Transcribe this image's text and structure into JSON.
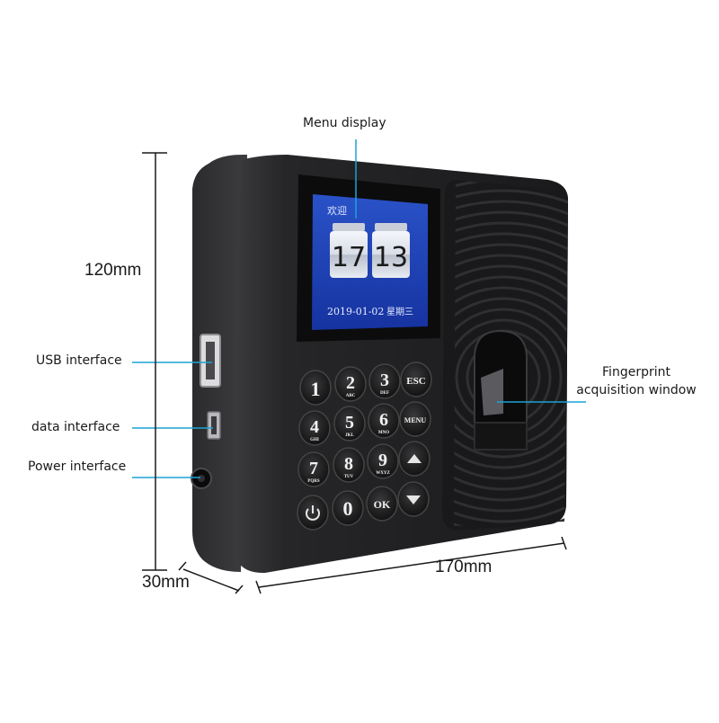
{
  "callouts": {
    "menu_display": "Menu display",
    "usb_interface": "USB interface",
    "data_interface": "data interface",
    "power_interface": "Power interface",
    "fingerprint_line1": "Fingerprint",
    "fingerprint_line2": "acquisition window"
  },
  "dimensions": {
    "height": "120mm",
    "depth": "30mm",
    "width": "170mm"
  },
  "screen": {
    "greeting": "欢迎",
    "hour": "17",
    "minute": "13",
    "date": "2019-01-02",
    "weekday": "星期三"
  },
  "keypad": {
    "k1": "1",
    "k2": "2",
    "k2_sub": "ABC",
    "k3": "3",
    "k3_sub": "DEF",
    "esc": "ESC",
    "k4": "4",
    "k4_sub": "GHI",
    "k5": "5",
    "k5_sub": "JKL",
    "k6": "6",
    "k6_sub": "MNO",
    "menu": "MENU",
    "k7": "7",
    "k7_sub": "PQRS",
    "k8": "8",
    "k8_sub": "TUV",
    "k9": "9",
    "k9_sub": "WXYZ",
    "k0": "0",
    "ok": "OK"
  },
  "colors": {
    "callout_line": "#1aa3d4",
    "device_body": "#1c1c1e",
    "screen_bg": "#1e3fb0"
  }
}
